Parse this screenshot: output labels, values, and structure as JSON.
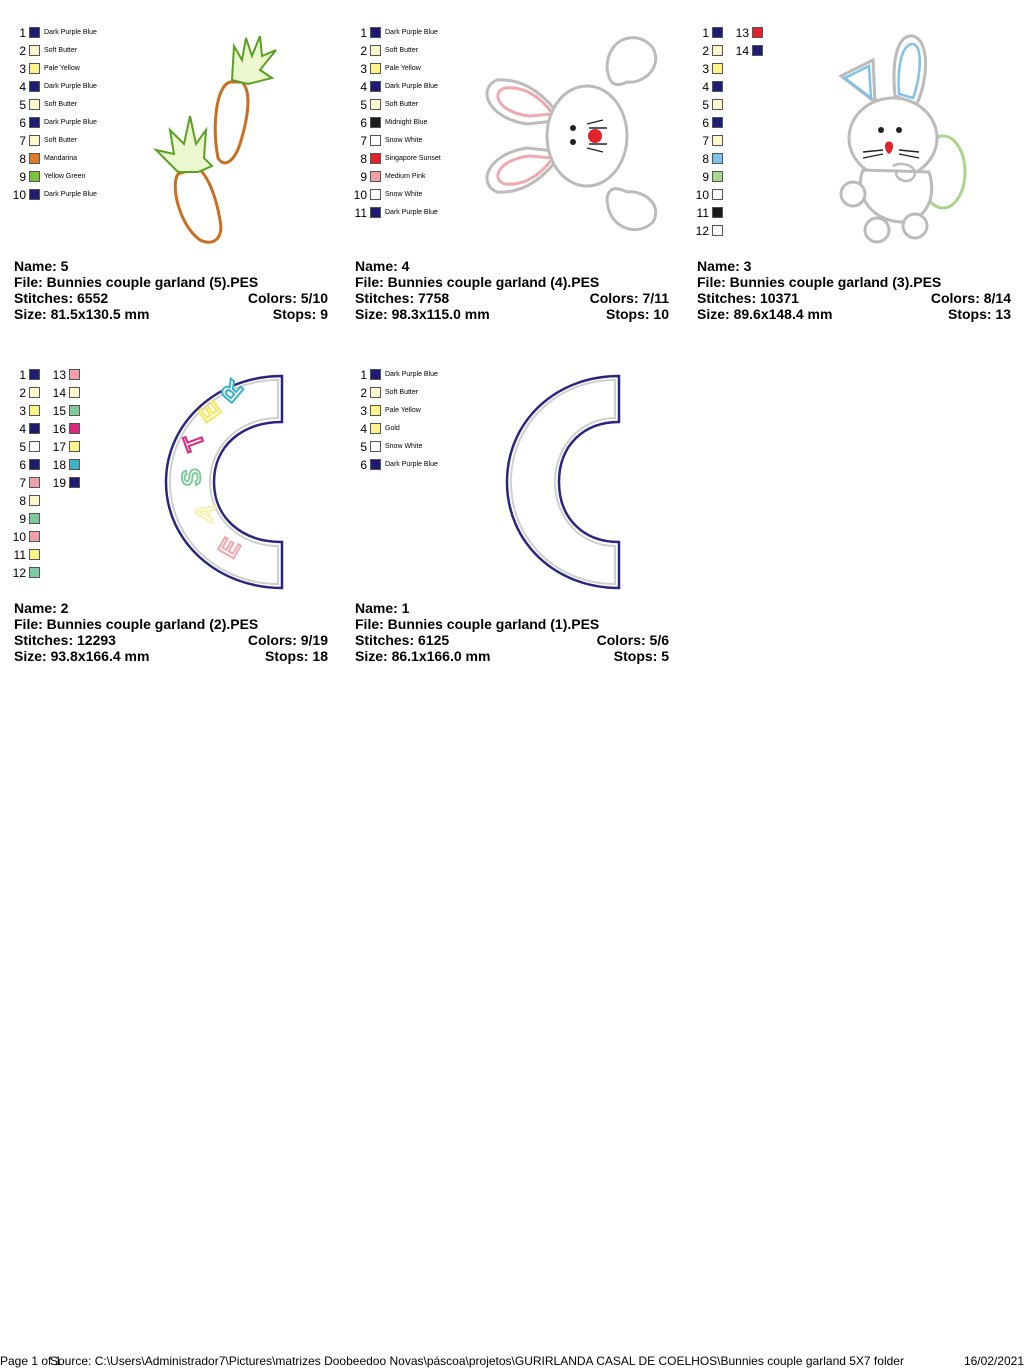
{
  "designs": [
    {
      "name": "Name: 5",
      "file": "File: Bunnies couple garland (5).PES",
      "stitches": "Stitches: 6552",
      "colors": "Colors: 5/10",
      "size": "Size: 81.5x130.5 mm",
      "stops": "Stops: 9",
      "swatches": [
        {
          "n": "1",
          "color": "#1f1b72",
          "label": "Dark Purple Blue"
        },
        {
          "n": "2",
          "color": "#fff8cc",
          "label": "Soft Butter"
        },
        {
          "n": "3",
          "color": "#fff48a",
          "label": "Pale Yellow"
        },
        {
          "n": "4",
          "color": "#1f1b72",
          "label": "Dark Purple Blue"
        },
        {
          "n": "5",
          "color": "#fff8cc",
          "label": "Soft Butter"
        },
        {
          "n": "6",
          "color": "#1f1b72",
          "label": "Dark Purple Blue"
        },
        {
          "n": "7",
          "color": "#fff8cc",
          "label": "Soft Butter"
        },
        {
          "n": "8",
          "color": "#e07a1f",
          "label": "Mandarina"
        },
        {
          "n": "9",
          "color": "#7cc23a",
          "label": "Yellow Green"
        },
        {
          "n": "10",
          "color": "#1f1b72",
          "label": "Dark Purple Blue"
        }
      ]
    },
    {
      "name": "Name: 4",
      "file": "File: Bunnies couple garland (4).PES",
      "stitches": "Stitches: 7758",
      "colors": "Colors: 7/11",
      "size": "Size: 98.3x115.0 mm",
      "stops": "Stops: 10",
      "swatches": [
        {
          "n": "1",
          "color": "#1f1b72",
          "label": "Dark Purple Blue"
        },
        {
          "n": "2",
          "color": "#fff8cc",
          "label": "Soft Butter"
        },
        {
          "n": "3",
          "color": "#fff48a",
          "label": "Pale Yellow"
        },
        {
          "n": "4",
          "color": "#1f1b72",
          "label": "Dark Purple Blue"
        },
        {
          "n": "5",
          "color": "#fff8cc",
          "label": "Soft Butter"
        },
        {
          "n": "6",
          "color": "#1a1a1a",
          "label": "Midnight Blue"
        },
        {
          "n": "7",
          "color": "#ffffff",
          "label": "Snow White"
        },
        {
          "n": "8",
          "color": "#e0222a",
          "label": "Singapore Sunset"
        },
        {
          "n": "9",
          "color": "#f2a0a8",
          "label": "Medium Pink"
        },
        {
          "n": "10",
          "color": "#ffffff",
          "label": "Snow White"
        },
        {
          "n": "11",
          "color": "#1f1b72",
          "label": "Dark Purple Blue"
        }
      ]
    },
    {
      "name": "Name: 3",
      "file": "File: Bunnies couple garland (3).PES",
      "stitches": "Stitches: 10371",
      "colors": "Colors: 8/14",
      "size": "Size: 89.6x148.4 mm",
      "stops": "Stops: 13",
      "swatches": [
        {
          "n": "1",
          "color": "#1f1b72",
          "label": ""
        },
        {
          "n": "2",
          "color": "#fff8cc",
          "label": ""
        },
        {
          "n": "3",
          "color": "#fff48a",
          "label": ""
        },
        {
          "n": "4",
          "color": "#1f1b72",
          "label": ""
        },
        {
          "n": "5",
          "color": "#fff8cc",
          "label": ""
        },
        {
          "n": "6",
          "color": "#1f1b72",
          "label": ""
        },
        {
          "n": "7",
          "color": "#fff8cc",
          "label": ""
        },
        {
          "n": "8",
          "color": "#7ec3ea",
          "label": ""
        },
        {
          "n": "9",
          "color": "#a9d68a",
          "label": ""
        },
        {
          "n": "10",
          "color": "#ffffff",
          "label": ""
        },
        {
          "n": "11",
          "color": "#1a1a1a",
          "label": ""
        },
        {
          "n": "12",
          "color": "#ffffff",
          "label": ""
        },
        {
          "n": "13",
          "color": "#e0222a",
          "label": ""
        },
        {
          "n": "14",
          "color": "#1f1b72",
          "label": ""
        }
      ]
    },
    {
      "name": "Name: 2",
      "file": "File: Bunnies couple garland (2).PES",
      "stitches": "Stitches: 12293",
      "colors": "Colors: 9/19",
      "size": "Size: 93.8x166.4 mm",
      "stops": "Stops: 18",
      "swatches": [
        {
          "n": "1",
          "color": "#1f1b72",
          "label": ""
        },
        {
          "n": "2",
          "color": "#fff8cc",
          "label": ""
        },
        {
          "n": "3",
          "color": "#fff48a",
          "label": ""
        },
        {
          "n": "4",
          "color": "#1f1b72",
          "label": ""
        },
        {
          "n": "5",
          "color": "#ffffff",
          "label": ""
        },
        {
          "n": "6",
          "color": "#1f1b72",
          "label": ""
        },
        {
          "n": "7",
          "color": "#f2a0a8",
          "label": ""
        },
        {
          "n": "8",
          "color": "#fff8cc",
          "label": ""
        },
        {
          "n": "9",
          "color": "#7fcba0",
          "label": ""
        },
        {
          "n": "10",
          "color": "#f2a0a8",
          "label": ""
        },
        {
          "n": "11",
          "color": "#fff48a",
          "label": ""
        },
        {
          "n": "12",
          "color": "#7fcba0",
          "label": ""
        },
        {
          "n": "13",
          "color": "#f2a0a8",
          "label": ""
        },
        {
          "n": "14",
          "color": "#fff8cc",
          "label": ""
        },
        {
          "n": "15",
          "color": "#7fcba0",
          "label": ""
        },
        {
          "n": "16",
          "color": "#e0267a",
          "label": ""
        },
        {
          "n": "17",
          "color": "#fff48a",
          "label": ""
        },
        {
          "n": "18",
          "color": "#3bb3c6",
          "label": ""
        },
        {
          "n": "19",
          "color": "#1f1b72",
          "label": ""
        }
      ]
    },
    {
      "name": "Name: 1",
      "file": "File: Bunnies couple garland (1).PES",
      "stitches": "Stitches: 6125",
      "colors": "Colors: 5/6",
      "size": "Size: 86.1x166.0 mm",
      "stops": "Stops: 5",
      "swatches": [
        {
          "n": "1",
          "color": "#1f1b72",
          "label": "Dark Purple Blue"
        },
        {
          "n": "2",
          "color": "#fff8cc",
          "label": "Soft Butter"
        },
        {
          "n": "3",
          "color": "#fff48a",
          "label": "Pale Yellow"
        },
        {
          "n": "4",
          "color": "#fff48a",
          "label": "Gold"
        },
        {
          "n": "5",
          "color": "#ffffff",
          "label": "Snow White"
        },
        {
          "n": "6",
          "color": "#1f1b72",
          "label": "Dark Purple Blue"
        }
      ]
    }
  ],
  "easter_letters": [
    "E",
    "A",
    "S",
    "T",
    "E",
    "R"
  ],
  "footer": {
    "page": "Page 1 of 1",
    "source": "Source: C:\\Users\\Administrador7\\Pictures\\matrizes Doobeedoo Novas\\páscoa\\projetos\\GURIRLANDA CASAL DE COELHOS\\Bunnies couple garland 5X7 folder",
    "date": "16/02/2021"
  }
}
